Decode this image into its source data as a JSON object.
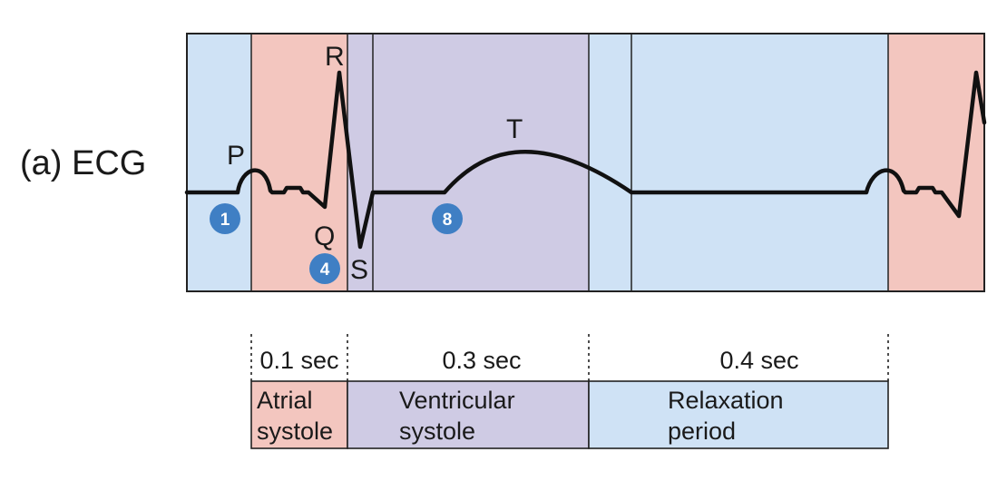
{
  "diagram": {
    "panel_label": "(a) ECG",
    "colors": {
      "atrial": "#f3c6bf",
      "ventricular": "#cfcbe4",
      "relaxation": "#cfe2f5",
      "trace": "#111111",
      "badge": "#3f7fc4",
      "badge_text": "#ffffff"
    },
    "wave_labels": {
      "p": "P",
      "q": "Q",
      "r": "R",
      "s": "S",
      "t": "T"
    },
    "markers": [
      "1",
      "4",
      "8"
    ],
    "durations": {
      "atrial": "0.1 sec",
      "ventricular": "0.3 sec",
      "relaxation": "0.4 sec"
    },
    "phases": {
      "atrial": {
        "line1": "Atrial",
        "line2": "systole"
      },
      "ventricular": {
        "line1": "Ventricular",
        "line2": "systole"
      },
      "relaxation": {
        "line1": "Relaxation",
        "line2": "period"
      }
    }
  }
}
